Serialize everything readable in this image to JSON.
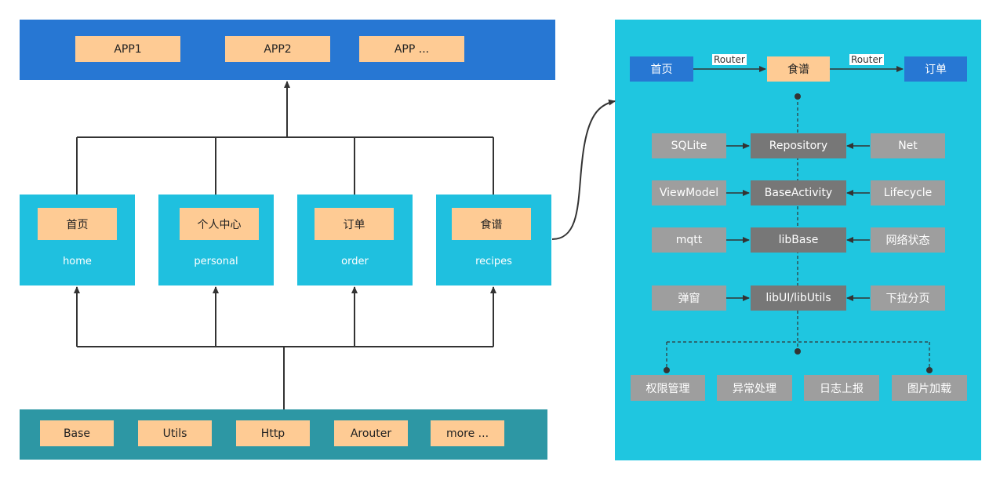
{
  "apps": [
    "APP1",
    "APP2",
    "APP ..."
  ],
  "modules": [
    {
      "title": "首页",
      "sub": "home"
    },
    {
      "title": "个人中心",
      "sub": "personal"
    },
    {
      "title": "订单",
      "sub": "order"
    },
    {
      "title": "食谱",
      "sub": "recipes"
    }
  ],
  "libs": [
    "Base",
    "Utils",
    "Http",
    "Arouter",
    "more ..."
  ],
  "right": {
    "nav": {
      "home": "首页",
      "recipes": "食谱",
      "order": "订单",
      "router1": "Router",
      "router2": "Router"
    },
    "rows": [
      {
        "left": "SQLite",
        "center": "Repository",
        "right": "Net"
      },
      {
        "left": "ViewModel",
        "center": "BaseActivity",
        "right": "Lifecycle"
      },
      {
        "left": "mqtt",
        "center": "libBase",
        "right": "网络状态"
      },
      {
        "left": "弹窗",
        "center": "libUI/libUtils",
        "right": "下拉分页"
      }
    ],
    "bottom": [
      "权限管理",
      "异常处理",
      "日志上报",
      "图片加载"
    ]
  },
  "colors": {
    "top_panel": "#2777d3",
    "module_panel": "#1fc0df",
    "lib_panel": "#2d97a4",
    "right_panel": "#1fc6e0",
    "peach": "#fecb94",
    "gray": "#9e9e9e",
    "dark_gray": "#777777",
    "line": "#333333"
  }
}
